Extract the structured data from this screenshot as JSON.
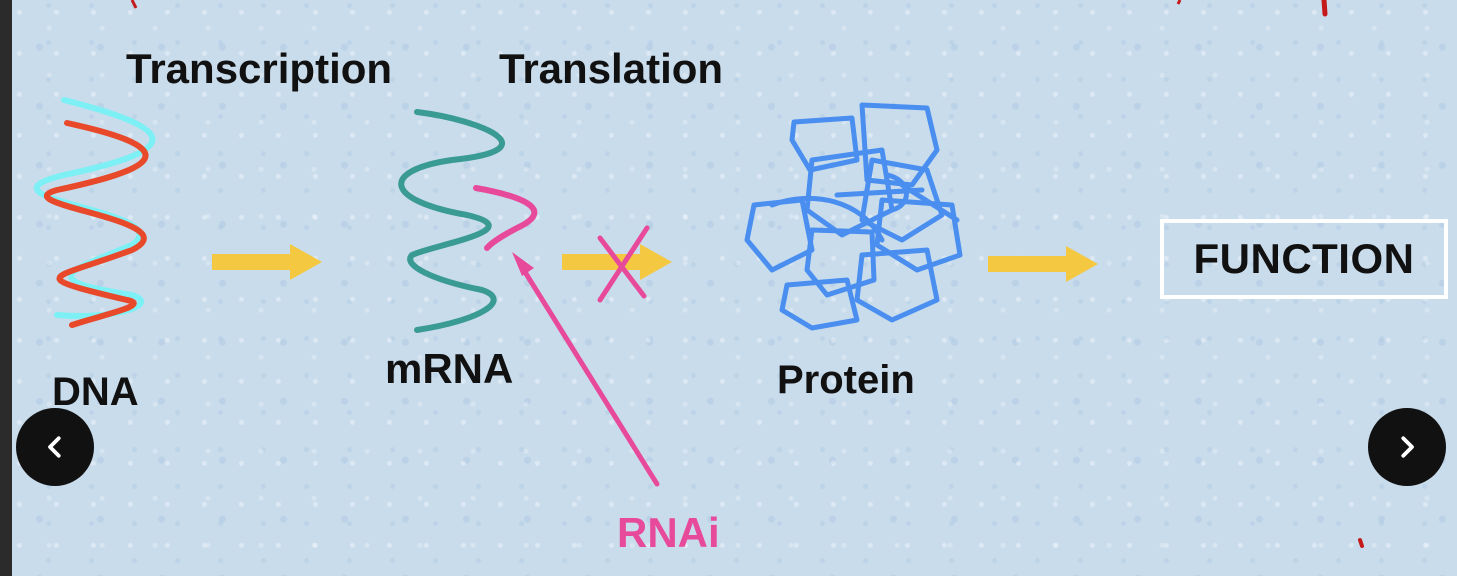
{
  "diagram": {
    "steps": {
      "transcription": "Transcription",
      "translation": "Translation"
    },
    "nodes": {
      "dna": "DNA",
      "mrna": "mRNA",
      "protein": "Protein",
      "function": "FUNCTION"
    },
    "inhibitor": "RNAi",
    "colors": {
      "dna_strand_1": "#e8492a",
      "dna_strand_2": "#7df0f5",
      "mrna": "#3a9a94",
      "rnai": "#e84a9b",
      "protein": "#4a8ff0",
      "arrow": "#f5c842",
      "block_x": "#e84a9b",
      "background": "#c9dcec"
    }
  },
  "navigation": {
    "prev_icon": "chevron-left-icon",
    "next_icon": "chevron-right-icon"
  }
}
